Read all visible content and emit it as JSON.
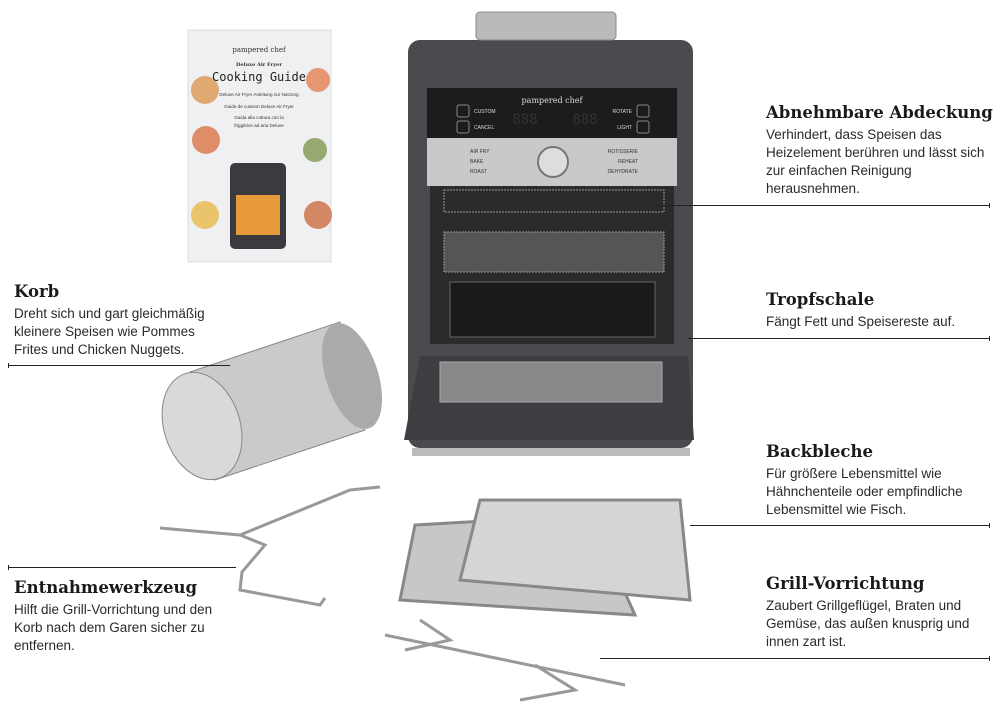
{
  "cooking_guide": {
    "brand": "pampered chef",
    "subtitle": "Deluxe Air Fryer",
    "title": "Cooking Guide",
    "lines": [
      "Deluxe Air Fryer Anleitung zur Nutzung",
      "Guide de cuisson Deluxe Air Fryer",
      "Guida alla cottura con la",
      "friggitrice ad aria Deluxe"
    ]
  },
  "appliance": {
    "brand": "pampered chef",
    "buttons_left": [
      "CUSTOM",
      "CANCEL"
    ],
    "buttons_right": [
      "ROTATE",
      "LIGHT"
    ],
    "display_left": "888",
    "display_right": "888",
    "modes_left": [
      "AIR FRY",
      "BAKE",
      "ROAST"
    ],
    "modes_right": [
      "ROTISSERIE",
      "REHEAT",
      "DEHYDRATE"
    ]
  },
  "callouts": [
    {
      "title": "Abnehmbare Abdeckung",
      "text": "Verhindert, dass Speisen das Heizelement berühren und lässt sich zur einfachen Reinigung herausnehmen."
    },
    {
      "title": "Tropfschale",
      "text": "Fängt Fett und Speisereste auf."
    },
    {
      "title": "Backbleche",
      "text": "Für größere Lebensmittel wie Hähnchenteile oder empfindliche Lebensmittel wie Fisch."
    },
    {
      "title": "Grill-Vorrichtung",
      "text": "Zaubert Grillgeflügel, Braten und Gemüse, das außen knusprig und innen zart ist."
    },
    {
      "title": "Korb",
      "text": "Dreht sich und gart gleichmäßig kleinere Speisen wie Pommes Frites und Chicken Nuggets."
    },
    {
      "title": "Entnahmewerkzeug",
      "text": "Hilft die Grill-Vorrichtung und den Korb nach dem Garen sicher zu entfernen."
    }
  ],
  "colors": {
    "body": "#4a4b4e",
    "panel": "#1c1c1e",
    "steel": "#c8c9cb",
    "text": "#222222"
  }
}
